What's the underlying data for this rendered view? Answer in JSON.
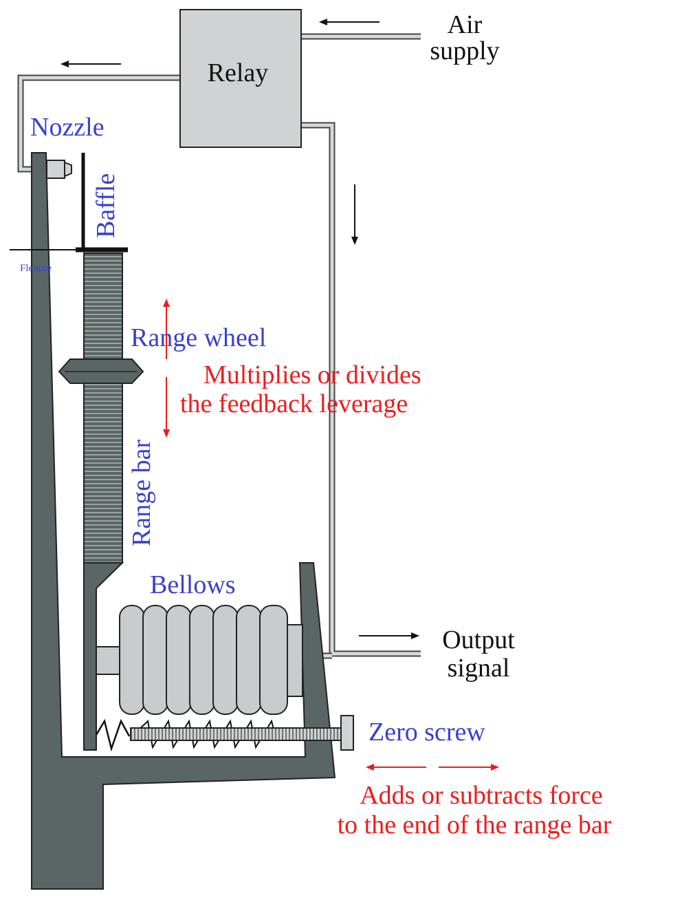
{
  "labels": {
    "relay": "Relay",
    "air_supply_line1": "Air",
    "air_supply_line2": "supply",
    "nozzle": "Nozzle",
    "baffle": "Baffle",
    "flexure": "Flexure",
    "range_wheel": "Range wheel",
    "range_wheel_note_line1": "Multiplies or divides",
    "range_wheel_note_line2": "the feedback leverage",
    "range_bar": "Range bar",
    "bellows": "Bellows",
    "output_signal_line1": "Output",
    "output_signal_line2": "signal",
    "zero_screw": "Zero screw",
    "zero_screw_note_line1": "Adds or subtracts force",
    "zero_screw_note_line2": "to the end of the range bar"
  },
  "colors": {
    "frame": "#5a6566",
    "relay_fill": "#cfd3d3",
    "bellows_fill": "#c9cccc",
    "tube_fill": "#d6dada",
    "blue_label": "#3a3fd0",
    "red_label": "#ee1c1c",
    "black": "#111111"
  }
}
